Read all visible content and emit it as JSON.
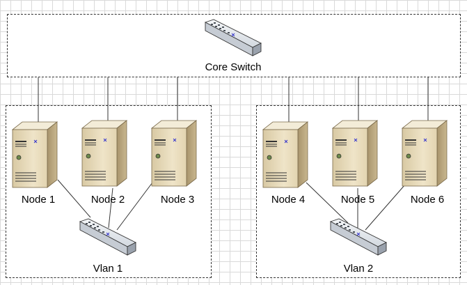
{
  "core": {
    "label": "Core Switch"
  },
  "vlans": [
    {
      "label": "Vlan 1"
    },
    {
      "label": "Vlan 2"
    }
  ],
  "nodes": [
    {
      "label": "Node 1"
    },
    {
      "label": "Node 2"
    },
    {
      "label": "Node 3"
    },
    {
      "label": "Node 4"
    },
    {
      "label": "Node 5"
    },
    {
      "label": "Node 6"
    }
  ],
  "colors": {
    "server_front": "#e6d9b8",
    "server_side": "#b8a57e",
    "server_top": "#f3ecd8",
    "switch_body": "#dfe4ea",
    "line": "#333333"
  }
}
